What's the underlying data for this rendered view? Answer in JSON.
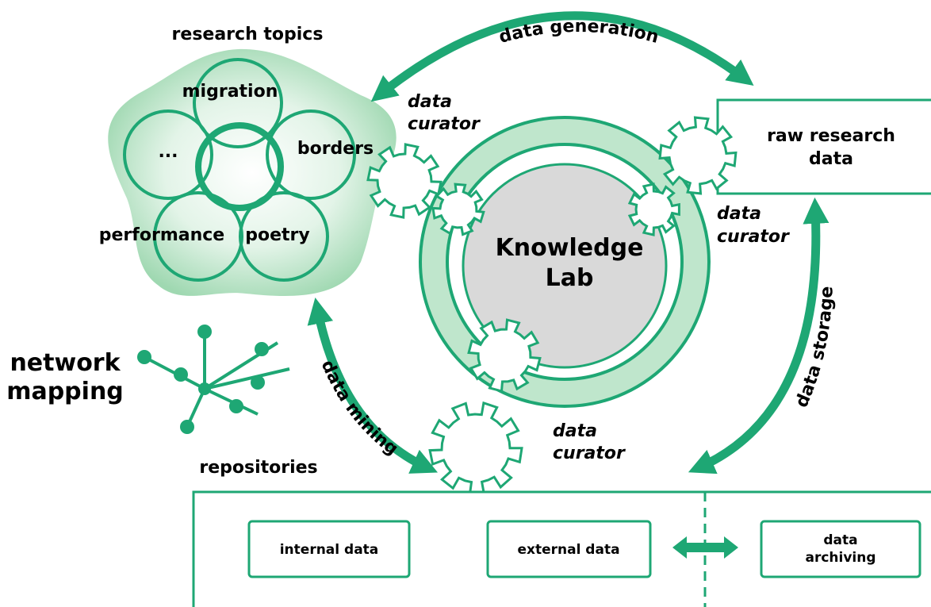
{
  "topics": {
    "title": "research topics",
    "items": [
      "migration",
      "...",
      "borders",
      "performance",
      "poetry"
    ]
  },
  "core": {
    "line1": "Knowledge",
    "line2": "Lab"
  },
  "flows": {
    "generation": "data generation",
    "storage": "data storage",
    "mining": "data mining"
  },
  "curator": {
    "line1": "data",
    "line2": "curator"
  },
  "raw_data": {
    "line1": "raw research",
    "line2": "data"
  },
  "network": {
    "line1": "network",
    "line2": "mapping"
  },
  "repositories": {
    "title": "repositories",
    "internal": "internal data",
    "external": "external data",
    "archiving_line1": "data",
    "archiving_line2": "archiving"
  },
  "colors": {
    "accent": "#1ea774",
    "light": "#bfe6cc",
    "core": "#d9d9d9"
  }
}
